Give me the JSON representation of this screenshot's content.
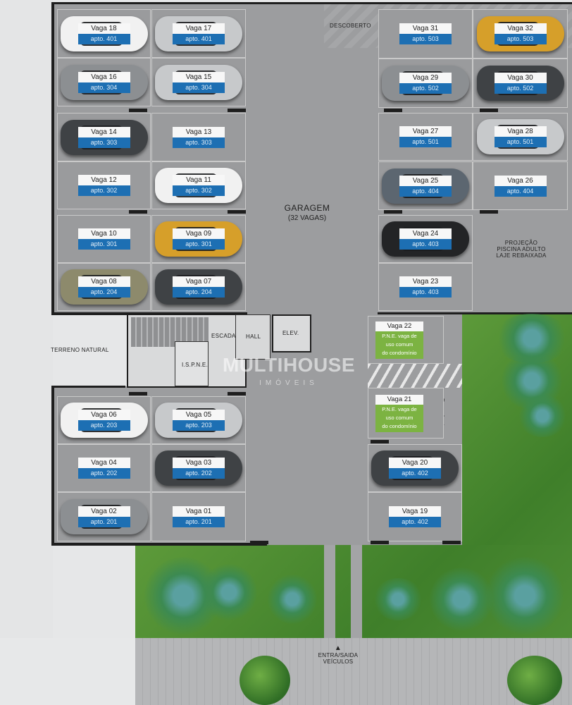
{
  "title": "GARAGEM",
  "subtitle": "(32 VAGAS)",
  "areas": {
    "descoberto_top": "DESCOBERTO",
    "descoberto_side": "Descoberto",
    "terreno": "TERRENO NATURAL",
    "escada": "ESCADA",
    "hall": "HALL",
    "elev": "ELEV.",
    "wc": "I.S.P.N.E.",
    "projecao": [
      "PROJEÇÃO",
      "PISCINA ADULTO",
      "LAJE REBAIXADA"
    ],
    "entrada": [
      "ENTRA/SAIDA",
      "VEÍCULOS"
    ]
  },
  "watermark": {
    "name": "MULTIHOUSE",
    "sub": "IMÓVEIS"
  },
  "spots": [
    {
      "vaga": "Vaga 18",
      "apto": "apto. 401",
      "car": "white"
    },
    {
      "vaga": "Vaga 17",
      "apto": "apto. 401",
      "car": "silver"
    },
    {
      "vaga": "Vaga 16",
      "apto": "apto. 304",
      "car": "grey"
    },
    {
      "vaga": "Vaga 15",
      "apto": "apto. 304",
      "car": "silver"
    },
    {
      "vaga": "Vaga 14",
      "apto": "apto. 303",
      "car": "dark"
    },
    {
      "vaga": "Vaga 13",
      "apto": "apto. 303",
      "car": ""
    },
    {
      "vaga": "Vaga 12",
      "apto": "apto. 302",
      "car": ""
    },
    {
      "vaga": "Vaga 11",
      "apto": "apto. 302",
      "car": "white"
    },
    {
      "vaga": "Vaga 10",
      "apto": "apto. 301",
      "car": ""
    },
    {
      "vaga": "Vaga 09",
      "apto": "apto. 301",
      "car": "yellow"
    },
    {
      "vaga": "Vaga 08",
      "apto": "apto. 204",
      "car": "olive"
    },
    {
      "vaga": "Vaga 07",
      "apto": "apto. 204",
      "car": "dark"
    },
    {
      "vaga": "Vaga 31",
      "apto": "apto. 503",
      "car": ""
    },
    {
      "vaga": "Vaga 32",
      "apto": "apto. 503",
      "car": "yellow"
    },
    {
      "vaga": "Vaga 29",
      "apto": "apto. 502",
      "car": "grey"
    },
    {
      "vaga": "Vaga 30",
      "apto": "apto. 502",
      "car": "dark"
    },
    {
      "vaga": "Vaga 27",
      "apto": "apto. 501",
      "car": ""
    },
    {
      "vaga": "Vaga 28",
      "apto": "apto. 501",
      "car": "silver"
    },
    {
      "vaga": "Vaga 25",
      "apto": "apto. 404",
      "car": "steel"
    },
    {
      "vaga": "Vaga 26",
      "apto": "apto. 404",
      "car": ""
    },
    {
      "vaga": "Vaga 24",
      "apto": "apto. 403",
      "car": "black"
    },
    {
      "vaga": "Vaga 23",
      "apto": "apto. 403",
      "car": ""
    },
    {
      "vaga": "Vaga 06",
      "apto": "apto. 203",
      "car": "white"
    },
    {
      "vaga": "Vaga 05",
      "apto": "apto. 203",
      "car": "silver"
    },
    {
      "vaga": "Vaga 04",
      "apto": "apto. 202",
      "car": ""
    },
    {
      "vaga": "Vaga 03",
      "apto": "apto. 202",
      "car": "dark"
    },
    {
      "vaga": "Vaga 02",
      "apto": "apto. 201",
      "car": "grey"
    },
    {
      "vaga": "Vaga 01",
      "apto": "apto. 201",
      "car": ""
    },
    {
      "vaga": "Vaga 20",
      "apto": "apto. 402",
      "car": "dark"
    },
    {
      "vaga": "Vaga 19",
      "apto": "apto. 402",
      "car": ""
    }
  ],
  "pne_spots": [
    {
      "vaga": "Vaga 22",
      "lines": [
        "P.N.E. vaga de",
        "uso comum",
        "do condomínio"
      ]
    },
    {
      "vaga": "Vaga 21",
      "lines": [
        "P.N.E. vaga de",
        "uso comum",
        "do condomínio"
      ]
    }
  ]
}
